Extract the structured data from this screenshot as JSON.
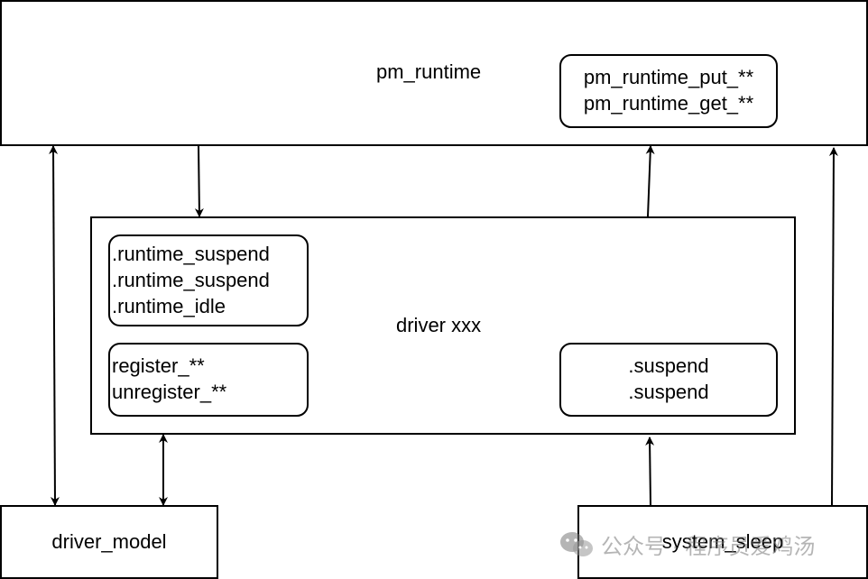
{
  "pm_runtime": {
    "title": "pm_runtime",
    "api_lines": [
      "pm_runtime_put_**",
      "pm_runtime_get_**"
    ]
  },
  "driver": {
    "title": "driver xxx",
    "runtime_ops": [
      ".runtime_suspend",
      ".runtime_suspend",
      ".runtime_idle"
    ],
    "register_ops": [
      "register_**",
      "unregister_**"
    ],
    "sleep_ops": [
      ".suspend",
      ".suspend"
    ]
  },
  "driver_model": {
    "title": "driver_model"
  },
  "system_sleep": {
    "title": "system_sleep"
  },
  "watermark": {
    "text": "公众号 · 程序员爱鸡汤"
  }
}
